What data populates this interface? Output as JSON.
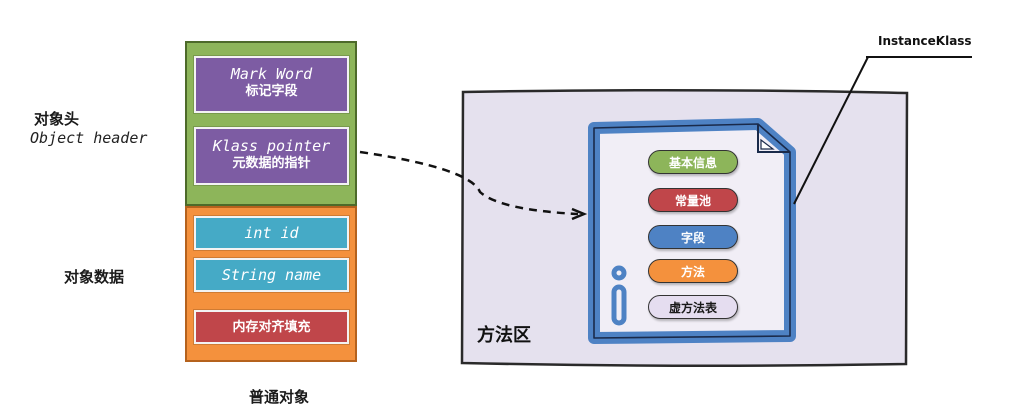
{
  "object": {
    "header_label": "对象头",
    "header_label_en": "Object header",
    "data_label": "对象数据",
    "caption": "普通对象",
    "fields": {
      "mark_word_en": "Mark Word",
      "mark_word_cn": "标记字段",
      "klass_pointer_en": "Klass pointer",
      "klass_pointer_cn": "元数据的指针",
      "int_id": "int id",
      "string_name": "String name",
      "padding": "内存对齐填充"
    }
  },
  "method_area": {
    "label": "方法区",
    "klass_label": "InstanceKlass",
    "items": [
      "基本信息",
      "常量池",
      "字段",
      "方法",
      "虚方法表"
    ]
  },
  "colors": {
    "header_green": "#8db55a",
    "data_orange": "#f4913d",
    "field_purple": "#7d5ca3",
    "field_teal": "#45aac6",
    "field_red": "#c0464a",
    "doc_blue": "#4e82c4",
    "area_lavender": "#e5e1ee"
  }
}
